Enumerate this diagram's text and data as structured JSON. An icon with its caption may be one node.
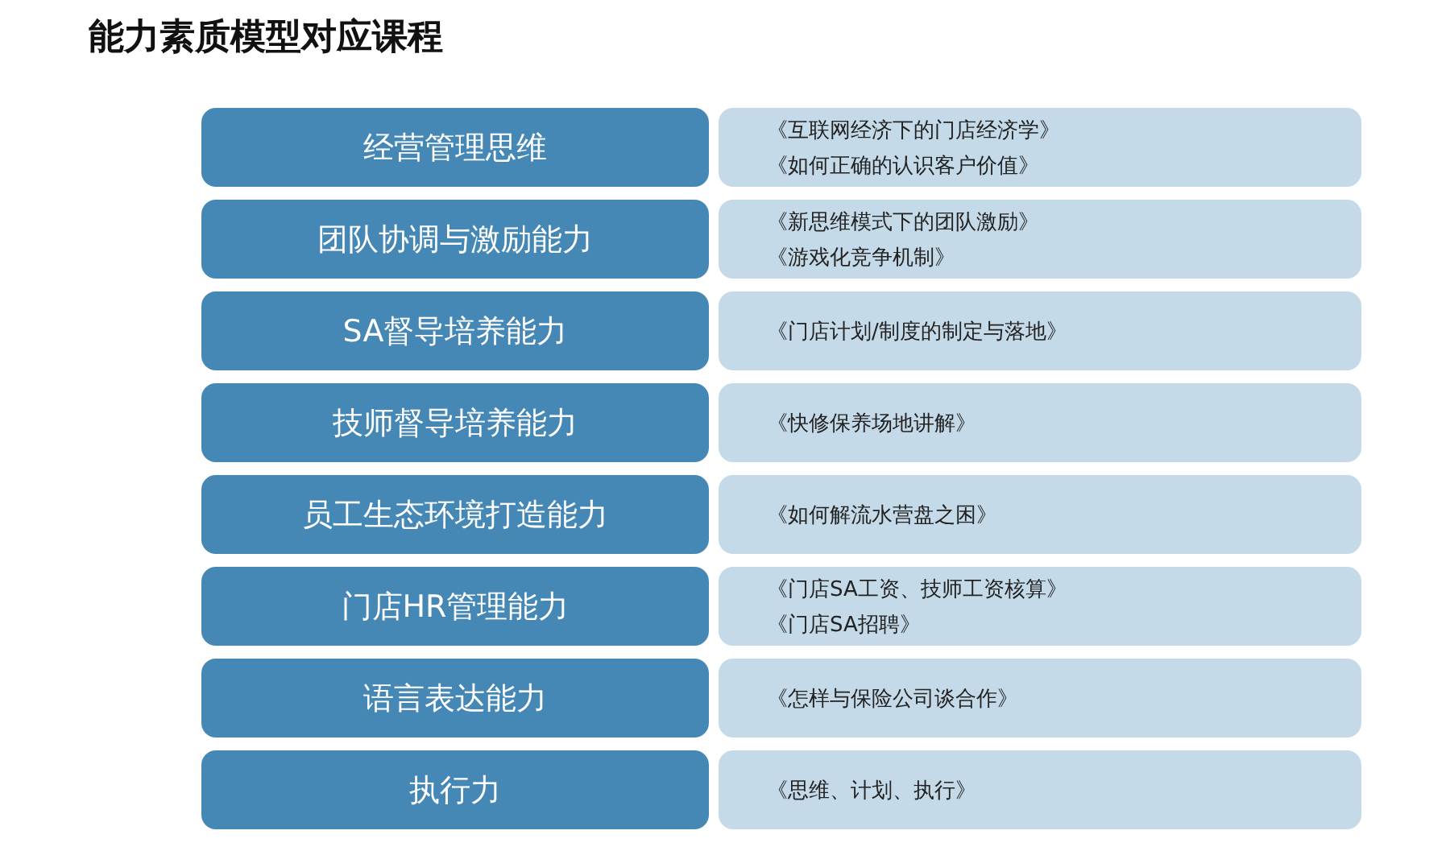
{
  "diagram": {
    "title": "能力素质模型对应课程",
    "nodes": [
      {
        "text": [
          "经营管理思维"
        ]
      },
      {
        "text": [
          "《互联网经济下的门店经济学》",
          "《如何正确的认识客户价值》"
        ]
      },
      {
        "text": [
          "团队协调与激励能力"
        ]
      },
      {
        "text": [
          "《新思维模式下的团队激励》",
          "《游戏化竞争机制》"
        ]
      },
      {
        "text": [
          "SA督导培养能力"
        ]
      },
      {
        "text": [
          "《门店计划/制度的制定与落地》"
        ]
      },
      {
        "text": [
          "技师督导培养能力"
        ]
      },
      {
        "text": [
          "《快修保养场地讲解》"
        ]
      },
      {
        "text": [
          "员工生态环境打造能力"
        ]
      },
      {
        "text": [
          "《如何解流水营盘之困》"
        ]
      },
      {
        "text": [
          "门店HR管理能力"
        ]
      },
      {
        "text": [
          "《门店SA工资、技师工资核算》",
          "《门店SA招聘》"
        ]
      },
      {
        "text": [
          "语言表达能力"
        ]
      },
      {
        "text": [
          "《怎样与保险公司谈合作》"
        ]
      },
      {
        "text": [
          "执行力"
        ]
      },
      {
        "text": [
          "《思维、计划、执行》"
        ]
      }
    ],
    "edges": []
  }
}
